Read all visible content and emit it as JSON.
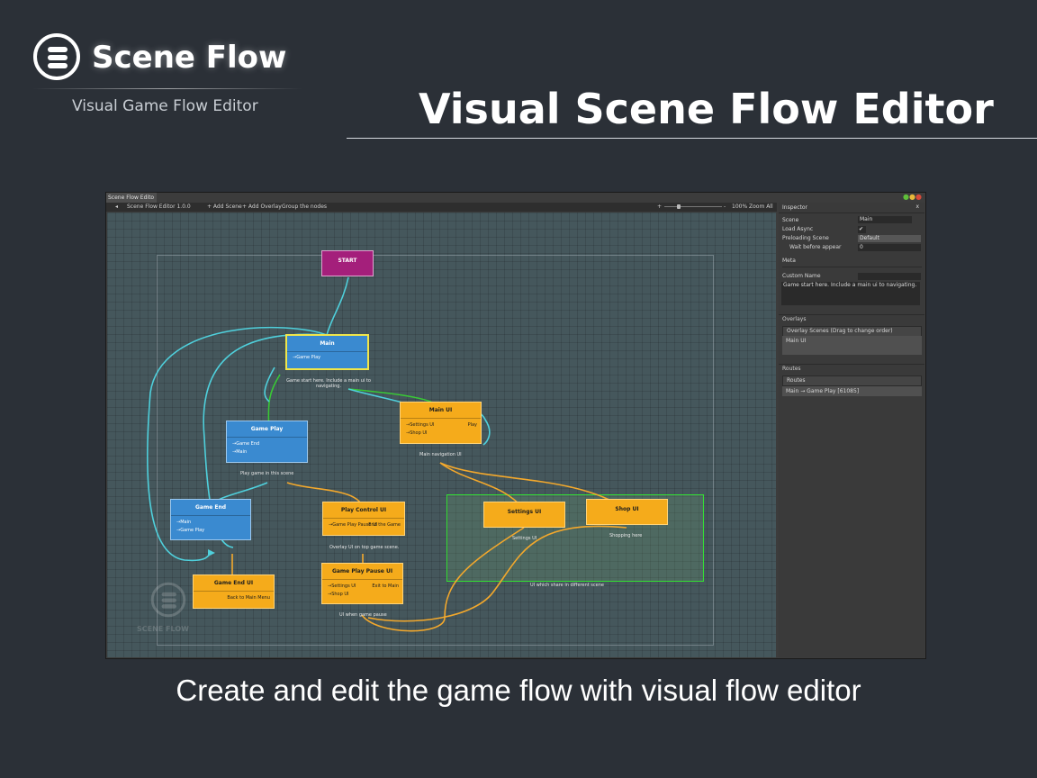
{
  "branding": {
    "name": "Scene Flow",
    "tagline": "Visual Game Flow Editor"
  },
  "page_title": "Visual Scene Flow Editor",
  "caption": "Create and edit the game flow with visual flow editor",
  "colors": {
    "background": "#2b3037",
    "node_blue": "#3a8ad0",
    "node_orange": "#f5ab1b",
    "node_start": "#a41f7b",
    "link_cyan": "#4fd0dc",
    "link_green": "#39c935",
    "link_orange": "#f3a82c",
    "group_border": "#33e033"
  },
  "editor": {
    "window_tab": "Scene Flow Edito",
    "toolbar": {
      "back": "◂",
      "version": "Scene Flow Editor 1.0.0",
      "add_scene": "+ Add Scene",
      "add_overlay": "+ Add Overlay",
      "group": "Group the nodes",
      "zoom_minus": "-",
      "zoom_plus": "+",
      "zoom_level": "100%",
      "zoom_all": "Zoom All"
    },
    "nodes": {
      "start": {
        "title": "START"
      },
      "main": {
        "title": "Main",
        "port": "→Game Play",
        "note": "Game start here. Include a main ui to navigating."
      },
      "game_play": {
        "title": "Game Play",
        "port1": "→Game End",
        "port2": "→Main",
        "note": "Play game in this scene"
      },
      "game_end": {
        "title": "Game End",
        "port1": "→Main",
        "port2": "→Game Play"
      },
      "game_end_ui": {
        "title": "Game End UI",
        "port": "Back to Main Menu"
      },
      "main_ui": {
        "title": "Main UI",
        "port1": "→Settings UI",
        "port1r": "Play",
        "port2": "→Shop UI",
        "note": "Main navigation UI"
      },
      "play_control_ui": {
        "title": "Play Control UI",
        "port": "→Game Play Pause UI",
        "portr": "End the Game",
        "note": "Overlay UI on top game scene."
      },
      "game_play_pause_ui": {
        "title": "Game Play Pause UI",
        "port1": "→Settings UI",
        "port1r": "Exit to Main",
        "port2": "→Shop UI",
        "note": "UI when game pause"
      },
      "settings_ui": {
        "title": "Settings UI",
        "note": "Settings UI"
      },
      "shop_ui": {
        "title": "Shop UI",
        "note": "Shopping here"
      },
      "group_note": "UI which share in different scene"
    },
    "watermark": "SCENE FLOW"
  },
  "inspector": {
    "title": "Inspector",
    "close": "x",
    "scene_label": "Scene",
    "scene_value": "Main",
    "load_async_label": "Load Async",
    "load_async_checked": "✔",
    "preloading_label": "Preloading Scene",
    "preloading_value": "Default",
    "wait_label": "Wait before appear",
    "wait_value": "0",
    "meta_label": "Meta",
    "custom_name_label": "Custom Name",
    "custom_name_value": "",
    "description": "Game start here. Include a main ui to navigating.",
    "overlays_section": "Overlays",
    "overlays_list_header": "Overlay Scenes (Drag to change order)",
    "overlays_item": "Main UI",
    "routes_section": "Routes",
    "routes_list_header": "Routes",
    "routes_item": "Main → Game Play [61085]"
  }
}
